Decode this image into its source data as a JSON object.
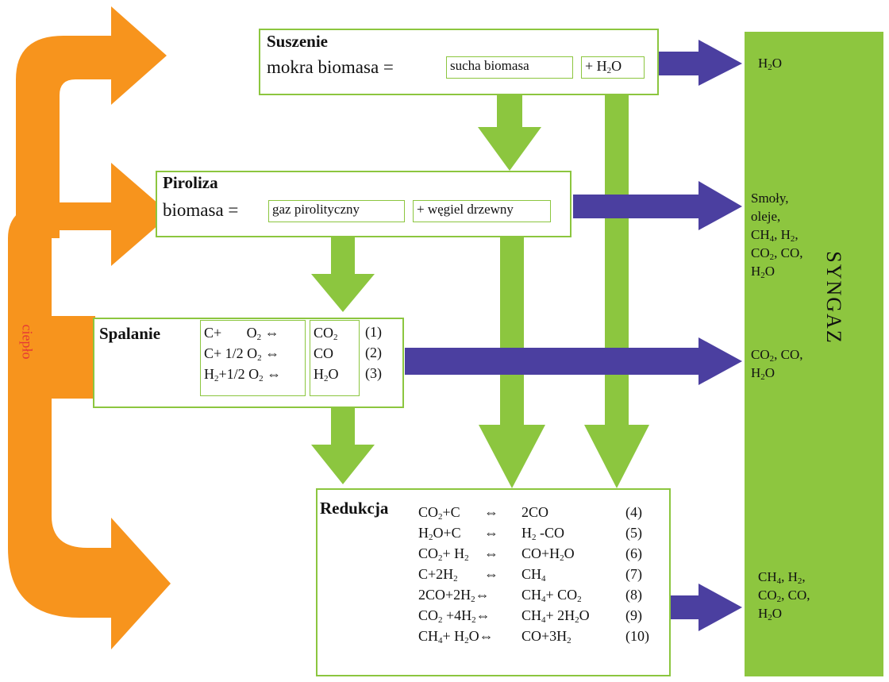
{
  "heat_label": "ciepło",
  "syngaz": {
    "title": "SYNGAZ",
    "out_drying": "H<sub>2</sub>O",
    "out_pyrolysis": "Smoły,<br>oleje,<br>CH<sub>4</sub>, H<sub>2</sub>,<br>CO<sub>2</sub>, CO,<br>H<sub>2</sub>O",
    "out_combustion": "CO<sub>2</sub>, CO,<br>H<sub>2</sub>O",
    "out_reduction": "CH<sub>4</sub>, H<sub>2</sub>,<br>CO<sub>2</sub>, CO,<br>H<sub>2</sub>O"
  },
  "drying": {
    "title": "Suszenie",
    "lhs": "mokra biomasa =",
    "product1": "sucha biomasa",
    "product2": "+ H<sub>2</sub>O"
  },
  "pyrolysis": {
    "title": "Piroliza",
    "lhs": "biomasa =",
    "product1": "gaz pirolityczny",
    "product2": "+ węgiel drzewny"
  },
  "combustion": {
    "title": "Spalanie",
    "reactants": "C+ &nbsp;&nbsp;&nbsp;&nbsp;&nbsp;&nbsp;O<sub>2</sub> ⇔<br>C+ 1/2 O<sub>2</sub> ⇔<br>H<sub>2</sub>+1/2 O<sub>2</sub> ⇔",
    "products": "CO<sub>2</sub><br>CO<br>H<sub>2</sub>O",
    "numbers": "(1)<br>(2)<br>(3)"
  },
  "reduction": {
    "title": "Redukcja",
    "lhs": "CO<sub>2</sub>+C<br>H<sub>2</sub>O+C<br>CO<sub>2</sub>+ H<sub>2</sub><br>C+2H<sub>2</sub><br>2CO+2H<sub>2</sub>⇔<br>CO<sub>2</sub> +4H<sub>2</sub>⇔<br>CH<sub>4</sub>+ H<sub>2</sub>O⇔",
    "arrows": "⇔<br>⇔<br>⇔<br>⇔",
    "rhs": "2CO<br>H<sub>2</sub> -CO<br>CO+H<sub>2</sub>O<br>CH<sub>4</sub><br>CH<sub>4</sub>+ CO<sub>2</sub><br>CH<sub>4</sub>+ 2H<sub>2</sub>O<br>CO+3H<sub>2</sub>",
    "numbers": "(4)<br>(5)<br>(6)<br>(7)<br>(8)<br>(9)<br>(10)"
  },
  "colors": {
    "heat": "#f7941d",
    "green": "#8cc63f",
    "blue": "#4b3fa0",
    "syngaz_bg": "#8dc63f"
  }
}
